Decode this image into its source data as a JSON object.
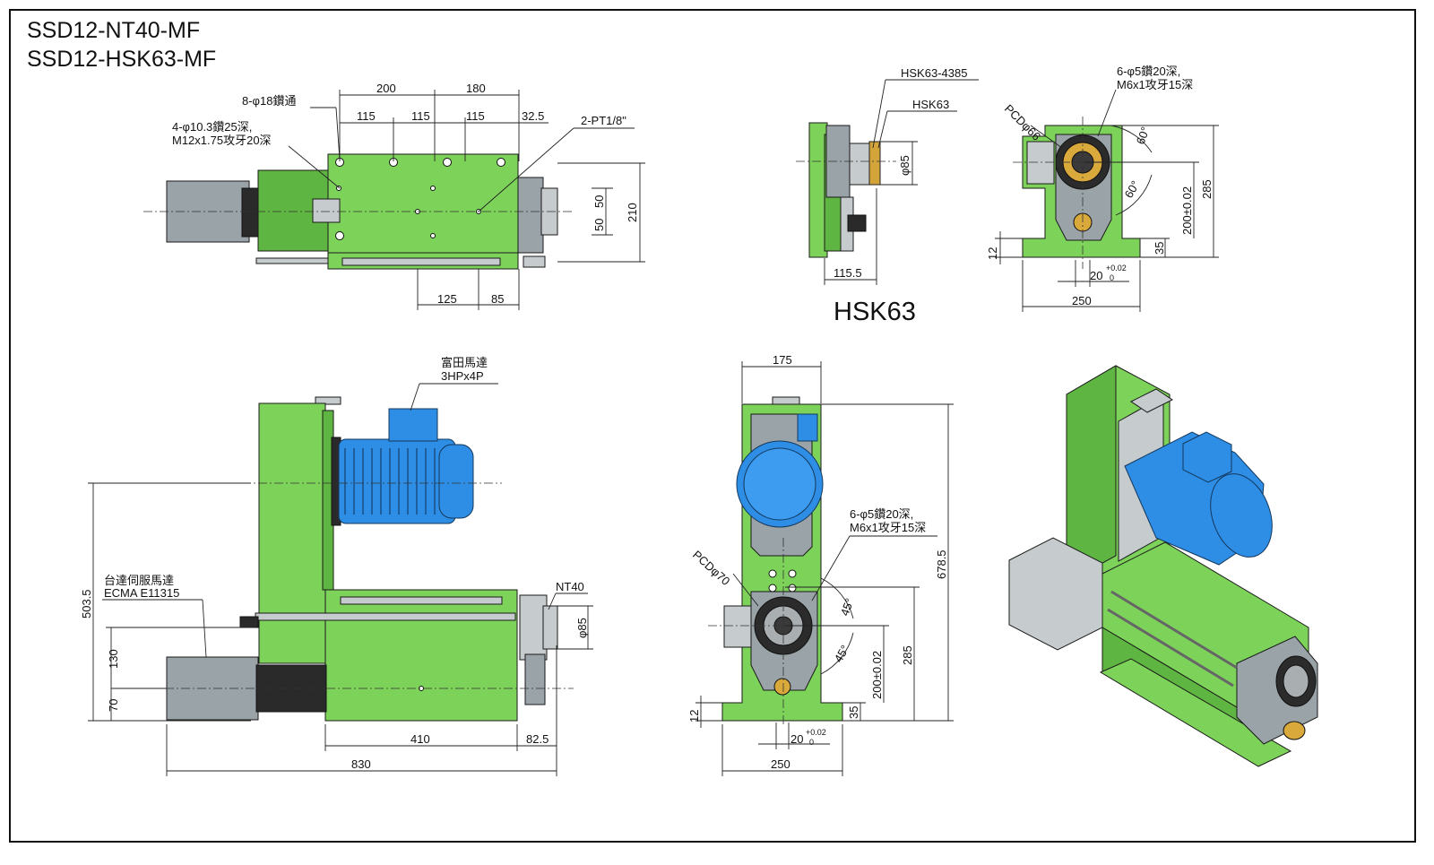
{
  "titles": [
    "SSD12-NT40-MF",
    "SSD12-HSK63-MF"
  ],
  "view_top": {
    "dims": [
      "200",
      "180",
      "115",
      "115",
      "115",
      "32.5",
      "50",
      "50",
      "210",
      "125",
      "85"
    ],
    "callouts": {
      "thru_holes": "8-φ18鑽通",
      "tap_line1": "4-φ10.3鑽25深,",
      "tap_line2": "M12x1.75攻牙20深",
      "pipe": "2-PT1/8\""
    }
  },
  "view_hsk_side": {
    "callouts": [
      "HSK63-4385",
      "HSK63"
    ],
    "dims": [
      "φ85",
      "115.5"
    ],
    "caption": "HSK63"
  },
  "view_hsk_front": {
    "callouts": {
      "pcd": "PCDφ66",
      "holes_line1": "6-φ5鑽20深,",
      "holes_line2": "M6x1攻牙15深"
    },
    "angles": [
      "60°",
      "60°"
    ],
    "dims": [
      "285",
      "200±0.02",
      "35",
      "12",
      "20",
      "+0.02",
      "0",
      "250"
    ]
  },
  "view_side": {
    "motor_line1": "富田馬達",
    "motor_line2": "3HPx4P",
    "servo_line1": "台達伺服馬達",
    "servo_line2": "ECMA E11315",
    "spindle": "NT40",
    "dims": [
      "φ85",
      "503.5",
      "130",
      "70",
      "410",
      "82.5",
      "830"
    ]
  },
  "view_front": {
    "callouts": {
      "pcd": "PCDφ70",
      "holes_line1": "6-φ5鑽20深,",
      "holes_line2": "M6x1攻牙15深"
    },
    "angles": [
      "45°",
      "45°"
    ],
    "dims": [
      "175",
      "678.5",
      "285",
      "200±0.02",
      "35",
      "12",
      "20",
      "+0.02",
      "0",
      "250"
    ]
  },
  "colors": {
    "body_green": "#7dd35a",
    "motor_blue": "#2e8ee6",
    "steel_grey": "#9aa3a7"
  }
}
